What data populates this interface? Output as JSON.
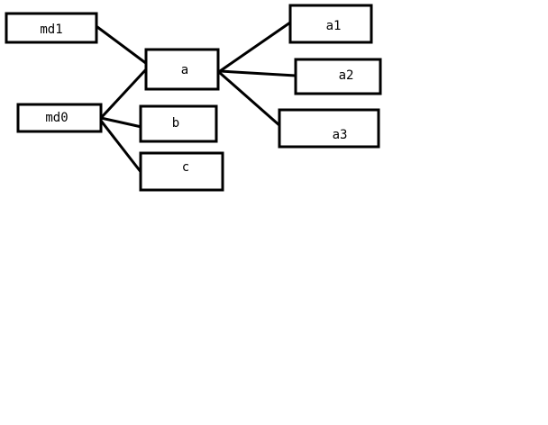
{
  "nodes": {
    "md1": {
      "label": "md1"
    },
    "md0": {
      "label": "md0"
    },
    "a": {
      "label": "a"
    },
    "b": {
      "label": "b"
    },
    "c": {
      "label": "c"
    },
    "a1": {
      "label": "a1"
    },
    "a2": {
      "label": "a2"
    },
    "a3": {
      "label": "a3"
    }
  },
  "edges": [
    {
      "from": "md1",
      "to": "a"
    },
    {
      "from": "md0",
      "to": "a"
    },
    {
      "from": "md0",
      "to": "b"
    },
    {
      "from": "md0",
      "to": "c"
    },
    {
      "from": "a",
      "to": "a1"
    },
    {
      "from": "a",
      "to": "a2"
    },
    {
      "from": "a",
      "to": "a3"
    }
  ]
}
